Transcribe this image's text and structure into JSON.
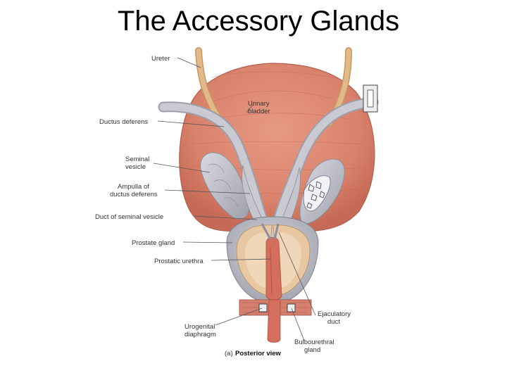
{
  "slide": {
    "title": "The Accessory Glands"
  },
  "figure": {
    "caption_prefix": "(a)",
    "caption": "Posterior view",
    "labels": {
      "ureter": "Ureter",
      "urinary_bladder": [
        "Urinary",
        "bladder"
      ],
      "ductus_deferens": "Ductus deferens",
      "seminal_vesicle": [
        "Seminal",
        "vesicle"
      ],
      "ampulla": [
        "Ampulla of",
        "ductus deferens"
      ],
      "duct_seminal_vesicle": "Duct of seminal vesicle",
      "prostate_gland": "Prostate gland",
      "prostatic_urethra": "Prostatic urethra",
      "ejaculatory_duct": [
        "Ejaculatory",
        "duct"
      ],
      "urogenital_diaphragm": [
        "Urogenital",
        "diaphragm"
      ],
      "bulbourethral_gland": [
        "Bulbourethral",
        "gland"
      ]
    },
    "colors": {
      "bladder": "#d9826c",
      "ureter": "#e2b98a",
      "vessel_gray": "#c3c4cc",
      "prostate": "#b9bac3",
      "urethra": "#d36f5c",
      "muscle": "#d5806e"
    }
  }
}
